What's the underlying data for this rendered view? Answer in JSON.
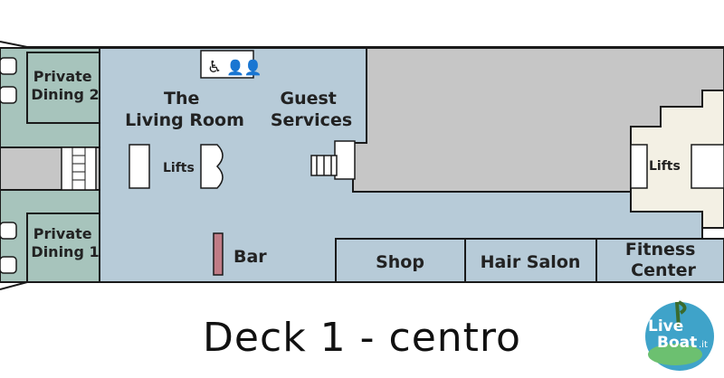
{
  "caption": "Deck 1 - centro",
  "rooms": {
    "private_dining_2": [
      "Private",
      "Dining 2"
    ],
    "private_dining_1": [
      "Private",
      "Dining 1"
    ],
    "living_room": [
      "The",
      "Living Room"
    ],
    "guest_services": [
      "Guest",
      "Services"
    ],
    "lifts_left": "Lifts",
    "lifts_right": "Lifts",
    "bar": "Bar",
    "shop": "Shop",
    "hair_salon": "Hair Salon",
    "fitness_center": [
      "Fitness",
      "Center"
    ]
  },
  "logo": {
    "line1": "Live",
    "line2": "Boat",
    "suffix": ".it"
  },
  "colors": {
    "public_area": "#b7cbd8",
    "private_area": "#a7c4bc",
    "service_area": "#c6c6c6",
    "lift_area": "#f3f0e4",
    "bar_counter": "#c07c86",
    "outline": "#1a1a1a"
  },
  "icons": [
    "wheelchair-icon",
    "restroom-icon",
    "staircase-icon",
    "lift-icon",
    "table-icon"
  ]
}
